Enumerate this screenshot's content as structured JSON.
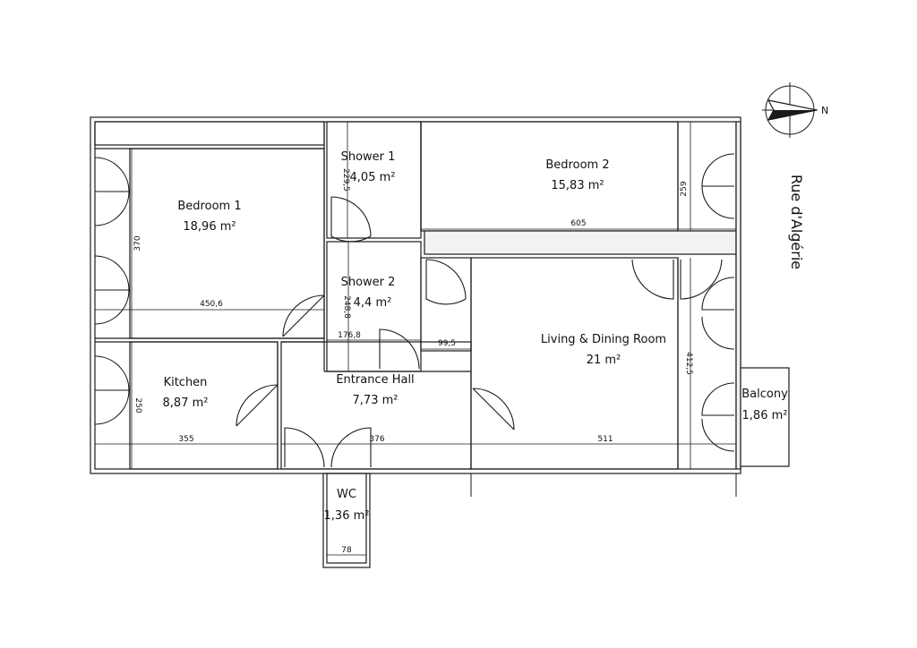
{
  "street": "Rue d'Algérie",
  "compass": {
    "label": "N",
    "icon": "compass-icon"
  },
  "rooms": {
    "bedroom1": {
      "name": "Bedroom 1",
      "area": "18,96 m²"
    },
    "shower1": {
      "name": "Shower 1",
      "area": "4,05 m²"
    },
    "bedroom2": {
      "name": "Bedroom 2",
      "area": "15,83 m²"
    },
    "shower2": {
      "name": "Shower 2",
      "area": "4,4 m²"
    },
    "living": {
      "name": "Living & Dining Room",
      "area": "21 m²"
    },
    "kitchen": {
      "name": "Kitchen",
      "area": "8,87 m²"
    },
    "entrance": {
      "name": "Entrance Hall",
      "area": "7,73 m²"
    },
    "balcony": {
      "name": "Balcony",
      "area": "1,86 m²"
    },
    "wc": {
      "name": "WC",
      "area": "1,36 m²"
    }
  },
  "dimensions": {
    "bedroom1_width": "450,6",
    "bedroom1_height": "370",
    "shower1_height": "229,5",
    "bedroom2_width": "605",
    "bedroom2_height": "259",
    "shower2_height": "248,8",
    "shower2_width": "176,8",
    "hall_closet_width": "99,5",
    "living_height": "412,5",
    "living_width": "511",
    "kitchen_height": "250",
    "kitchen_width": "355",
    "entrance_width": "376",
    "wc_width": "78"
  }
}
